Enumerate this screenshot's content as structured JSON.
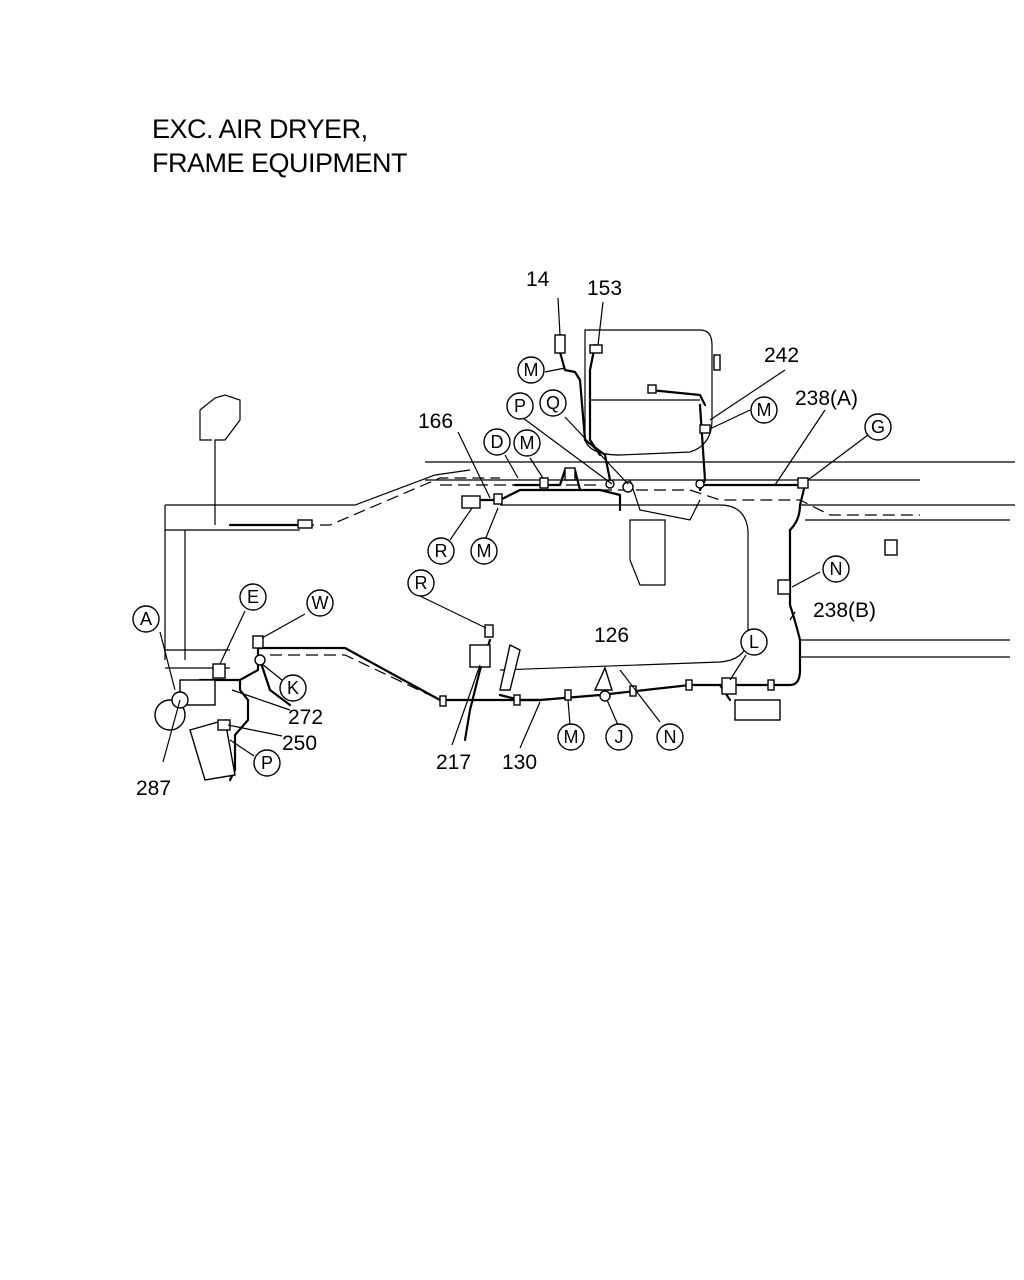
{
  "title": {
    "line1": "EXC. AIR DRYER,",
    "line2": "FRAME EQUIPMENT"
  },
  "part_labels": [
    {
      "id": "p14",
      "text": "14"
    },
    {
      "id": "p153",
      "text": "153"
    },
    {
      "id": "p242",
      "text": "242"
    },
    {
      "id": "p238a",
      "text": "238(A)"
    },
    {
      "id": "p166",
      "text": "166"
    },
    {
      "id": "p238b",
      "text": "238(B)"
    },
    {
      "id": "p126",
      "text": "126"
    },
    {
      "id": "p272",
      "text": "272"
    },
    {
      "id": "p250",
      "text": "250"
    },
    {
      "id": "p287",
      "text": "287"
    },
    {
      "id": "p217",
      "text": "217"
    },
    {
      "id": "p130",
      "text": "130"
    }
  ],
  "callouts": [
    {
      "id": "m1",
      "letter": "M"
    },
    {
      "id": "m2",
      "letter": "M"
    },
    {
      "id": "p1",
      "letter": "P"
    },
    {
      "id": "q1",
      "letter": "Q"
    },
    {
      "id": "d1",
      "letter": "D"
    },
    {
      "id": "m3",
      "letter": "M"
    },
    {
      "id": "g1",
      "letter": "G"
    },
    {
      "id": "r1",
      "letter": "R"
    },
    {
      "id": "m4",
      "letter": "M"
    },
    {
      "id": "n1",
      "letter": "N"
    },
    {
      "id": "r2",
      "letter": "R"
    },
    {
      "id": "a1",
      "letter": "A"
    },
    {
      "id": "e1",
      "letter": "E"
    },
    {
      "id": "w1",
      "letter": "W"
    },
    {
      "id": "k1",
      "letter": "K"
    },
    {
      "id": "l1",
      "letter": "L"
    },
    {
      "id": "p2",
      "letter": "P"
    },
    {
      "id": "m5",
      "letter": "M"
    },
    {
      "id": "j1",
      "letter": "J"
    },
    {
      "id": "n2",
      "letter": "N"
    }
  ]
}
